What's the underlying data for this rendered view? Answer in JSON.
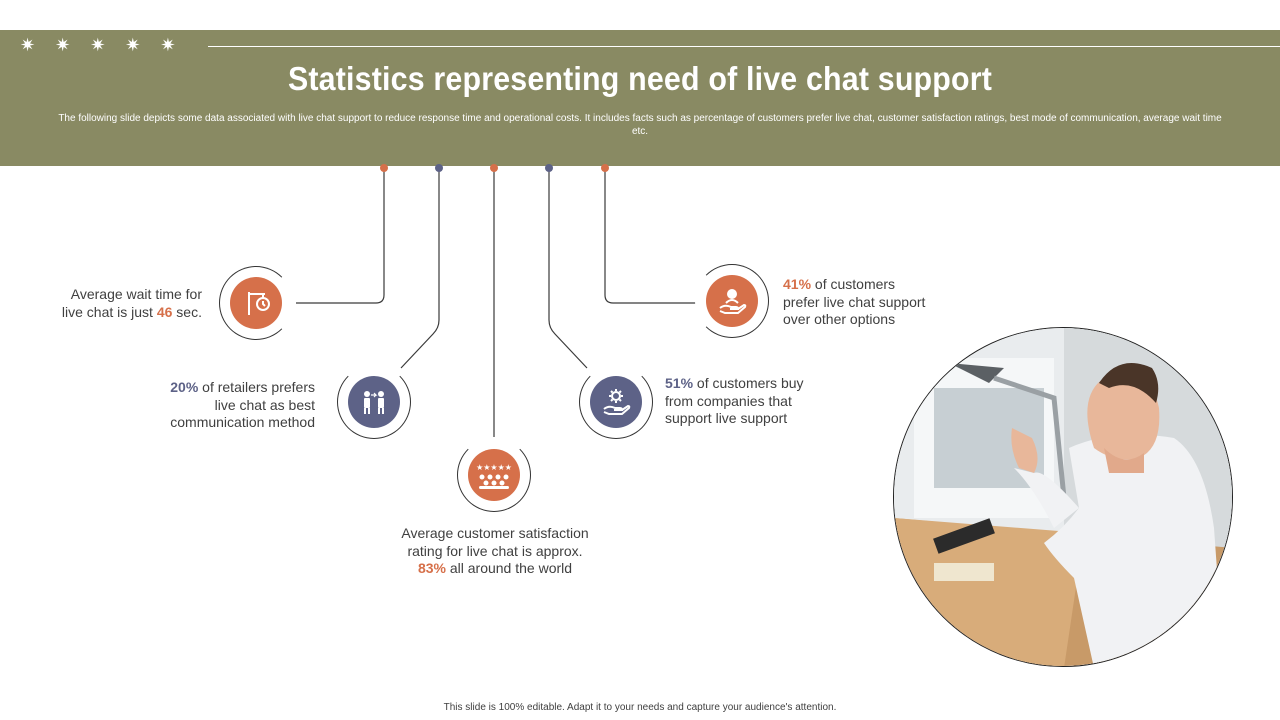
{
  "header": {
    "title": "Statistics representing need of live chat support",
    "subtitle": "The following slide depicts some data associated with live chat support to reduce response time and operational costs. It includes facts such as percentage of customers prefer live chat, customer satisfaction ratings, best mode of communication, average wait time etc."
  },
  "colors": {
    "olive": "#898a63",
    "orange": "#d6704a",
    "slate": "#5d6287"
  },
  "stats": {
    "wait": {
      "icon": "clock-signpost-icon",
      "line1": "Average wait time for",
      "pre": "live chat is just ",
      "num": "46",
      "post": " sec."
    },
    "retailers": {
      "icon": "people-exchange-icon",
      "num": "20%",
      "post": " of retailers prefers",
      "line2": "live chat as best",
      "line3": "communication method"
    },
    "satisfaction": {
      "icon": "rating-group-icon",
      "line1": "Average customer satisfaction",
      "line2": "rating for live chat is approx.",
      "num": "83%",
      "post": " all around the world"
    },
    "buy": {
      "icon": "gear-hand-icon",
      "num": "51%",
      "post": " of customers buy",
      "line2": "from companies that",
      "line3": "support live support"
    },
    "prefer": {
      "icon": "support-hand-icon",
      "num": "41%",
      "post": " of customers",
      "line2": "prefer live chat support",
      "line3": "over other options"
    }
  },
  "footer": {
    "text": "This slide is 100% editable. Adapt it to your needs and capture your audience's attention."
  }
}
